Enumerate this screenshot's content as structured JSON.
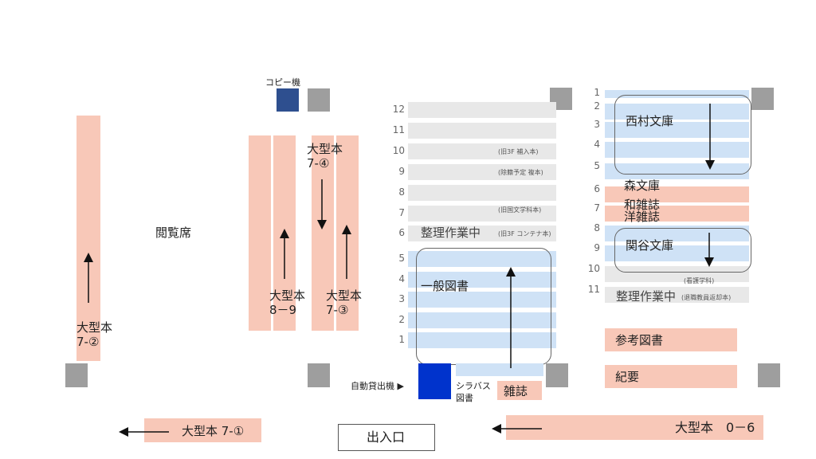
{
  "labels": {
    "copy_machine": "コピー機",
    "reading_seats": "閲覧席",
    "large_7_4": "大型本\n7-④",
    "large_8_9": "大型本\n8－9",
    "large_7_3": "大型本\n7-③",
    "large_7_2": "大型本\n7-②",
    "large_7_1": "大型本 7-①",
    "large_0_6": "大型本　0－6",
    "seiri_a": "整理作業中",
    "seiri_a_note": "(旧3F コンテナ本)",
    "general_books": "一般図書",
    "self_checkout": "自動貸出機",
    "syllabus": "シラバス\n図書",
    "magazines": "雑誌",
    "entrance": "出入口",
    "nishimura": "西村文庫",
    "mori": "森文庫",
    "wa_zasshi": "和雑誌",
    "yo_zasshi": "洋雑誌",
    "sekiya": "関谷文庫",
    "seiri_b": "整理作業中",
    "seiri_b_note": "(退職教員返却本)",
    "reference": "参考図書",
    "bulletin": "紀要",
    "note_10": "(旧3F 補入本)",
    "note_9": "(除籍予定 複本)",
    "note_7": "(旧国文学科本)",
    "note_r10": "(看護学科)"
  },
  "middle_shelf_numbers": [
    "12",
    "11",
    "10",
    "9",
    "8",
    "7",
    "6",
    "5",
    "4",
    "3",
    "2",
    "1"
  ],
  "right_shelf_numbers": [
    "1",
    "2",
    "3",
    "4",
    "5",
    "6",
    "7",
    "8",
    "9",
    "10",
    "11"
  ],
  "colors": {
    "large_books": "#f8c8b8",
    "general": "#cfe2f6",
    "closed": "#e8e8e8",
    "pillar": "#9e9e9e",
    "machine": "#0033cc",
    "copier": "#2e4f8f"
  }
}
